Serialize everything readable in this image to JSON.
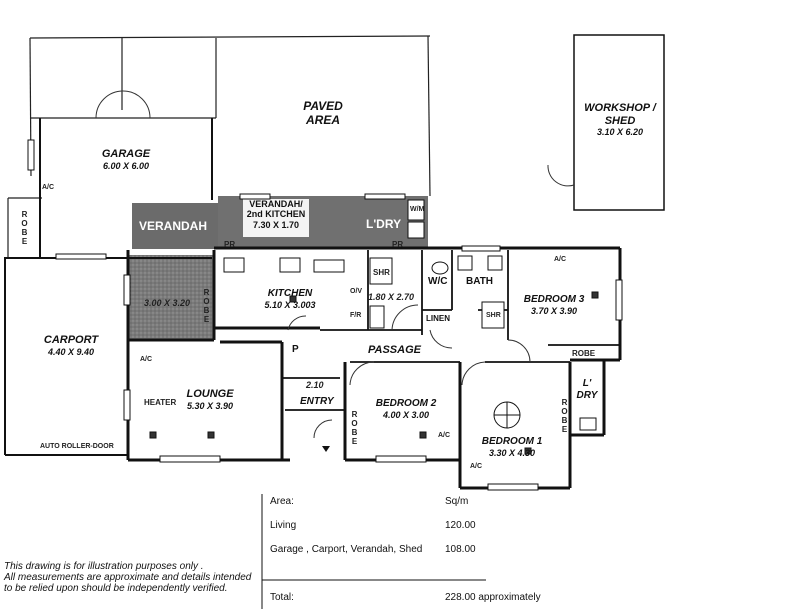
{
  "rooms": {
    "garage": {
      "name": "GARAGE",
      "size": "6.00 X 6.00"
    },
    "paved": {
      "name_line1": "PAVED",
      "name_line2": "AREA"
    },
    "workshop": {
      "name_line1": "WORKSHOP /",
      "name_line2": "SHED",
      "size": "3.10 X 6.20"
    },
    "verandah_left": {
      "name": "VERANDAH"
    },
    "verandah_kitchen": {
      "name_line1": "VERANDAH/",
      "name_line2": "2nd KITCHEN",
      "size": "7.30 X 1.70"
    },
    "laundry": {
      "name": "L'DRY"
    },
    "carport": {
      "name": "CARPORT",
      "size": "4.40 X 9.40"
    },
    "sunroom": {
      "size": "3.00 X 3.20"
    },
    "kitchen": {
      "name": "KITCHEN",
      "size": "5.10 X 3.003"
    },
    "shower": {
      "name": "SHR",
      "size": "1.80 X 2.70"
    },
    "wc": {
      "name": "W/C"
    },
    "bath": {
      "name": "BATH"
    },
    "bath_shower": {
      "name": "SHR"
    },
    "bedroom3": {
      "name": "BEDROOM 3",
      "size": "3.70 X 3.90"
    },
    "linen": {
      "name": "LINEN"
    },
    "passage": {
      "name": "PASSAGE"
    },
    "lounge": {
      "name": "LOUNGE",
      "size": "5.30 X 3.90"
    },
    "entry": {
      "name": "ENTRY",
      "width": "2.10"
    },
    "pantry": {
      "name": "P"
    },
    "bedroom2": {
      "name": "BEDROOM 2",
      "size": "4.00 X 3.00"
    },
    "bedroom1": {
      "name": "BEDROOM 1",
      "size": "3.30 X 4.30"
    },
    "laundry2": {
      "name_line1": "L'",
      "name_line2": "DRY"
    }
  },
  "fixtures": {
    "ac": "A/C",
    "robe": "ROBE",
    "wm": "W/M",
    "pr": "PR",
    "ov": "O/V",
    "fr": "F/R",
    "heater": "HEATER",
    "auto_door": "AUTO ROLLER-DOOR"
  },
  "areas": {
    "header_label": "Area:",
    "header_unit": "Sq/m",
    "rows": [
      {
        "label": "Living",
        "value": "120.00"
      },
      {
        "label": "Garage , Carport, Verandah, Shed",
        "value": "108.00"
      }
    ],
    "total_label": "Total:",
    "total_value": "228.00  approximately"
  },
  "disclaimer": {
    "line1": "This drawing is for illustration purposes only .",
    "line2": "All measurements are approximate and details intended",
    "line3": "to be relied upon should be independently verified."
  },
  "colors": {
    "wall": "#111111",
    "verandah_fill": "#6e6e6e",
    "sunroom_fill": "#8c8c8c"
  }
}
